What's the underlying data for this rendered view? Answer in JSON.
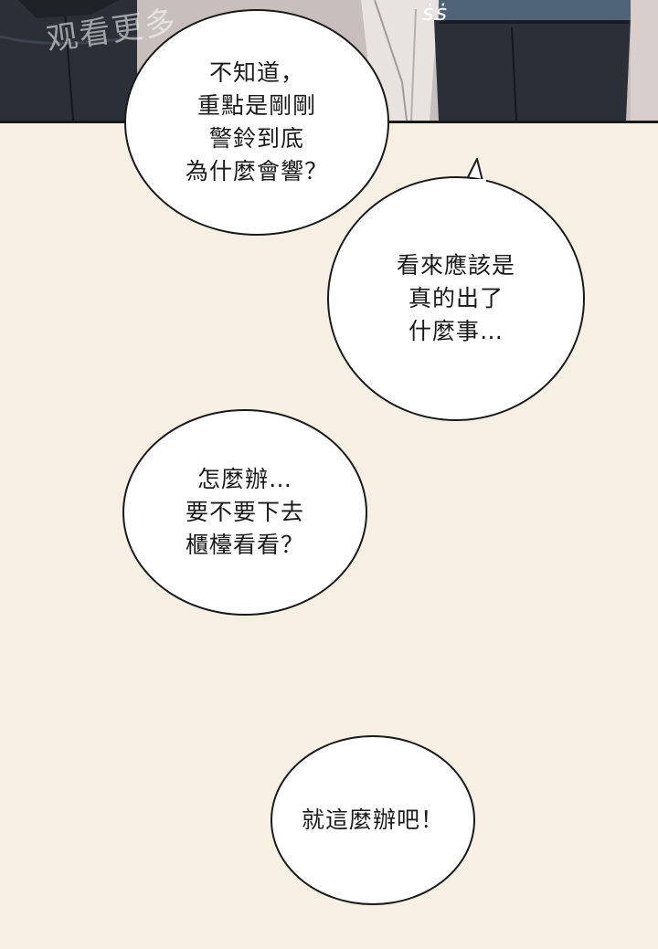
{
  "watermark": "观看更多",
  "sfx": "ṡṡ",
  "colors": {
    "background": "#f6efe3",
    "bubble_fill": "#ffffff",
    "ink": "#1a1a1a",
    "pants": "#2b3037",
    "shirt": "#4f6478",
    "robe": "#e9e3e0"
  },
  "bubbles": [
    {
      "lines": [
        "不知道，",
        "重點是剛剛",
        "警鈴到底",
        "為什麼會響？"
      ]
    },
    {
      "lines": [
        "看來應該是",
        "真的出了",
        "什麼事…"
      ]
    },
    {
      "lines": [
        "怎麼辦…",
        "要不要下去",
        "櫃檯看看？"
      ]
    },
    {
      "lines": [
        "就這麼辦吧！"
      ]
    }
  ]
}
